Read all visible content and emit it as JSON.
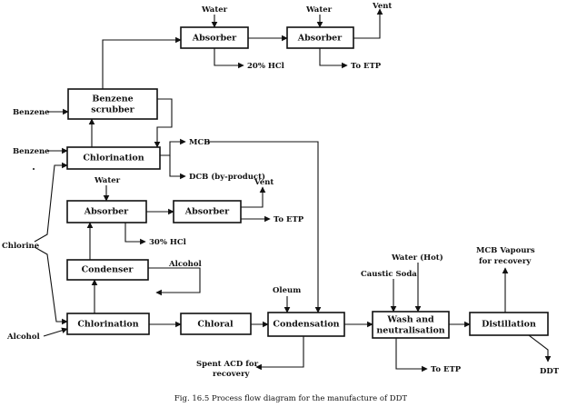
{
  "nodes": {
    "absorber1": "Absorber",
    "absorber2": "Absorber",
    "benzene_scrubber_line1": "Benzene",
    "benzene_scrubber_line2": "scrubber",
    "chlorination1": "Chlorination",
    "absorber3": "Absorber",
    "absorber4": "Absorber",
    "condenser": "Condenser",
    "chlorination2": "Chlorination",
    "chloral": "Chloral",
    "condensation": "Condensation",
    "wash_line1": "Wash and",
    "wash_line2": "neutralisation",
    "distillation": "Distillation"
  },
  "labels": {
    "water1": "Water",
    "water2": "Water",
    "vent1": "Vent",
    "hcl20": "20% HCl",
    "to_etp1": "To ETP",
    "benzene1": "Benzene",
    "benzene2": "Benzene",
    "mcb": "MCB",
    "dcb": "DCB (by-product)",
    "water3": "Water",
    "vent2": "Vent",
    "to_etp2": "To ETP",
    "hcl30": "30% HCl",
    "chlorine": "Chlorine",
    "alcohol1": "Alcohol",
    "alcohol2": "Alcohol",
    "oleum": "Oleum",
    "caustic_soda": "Caustic Soda",
    "water_hot": "Water (Hot)",
    "mcb_vapours_line1": "MCB Vapours",
    "mcb_vapours_line2": "for recovery",
    "spent_acd_line1": "Spent ACD for",
    "spent_acd_line2": "recovery",
    "to_etp3": "To ETP",
    "ddt": "DDT"
  },
  "caption": "Fig. 16.5 Process flow diagram for the manufacture of DDT"
}
